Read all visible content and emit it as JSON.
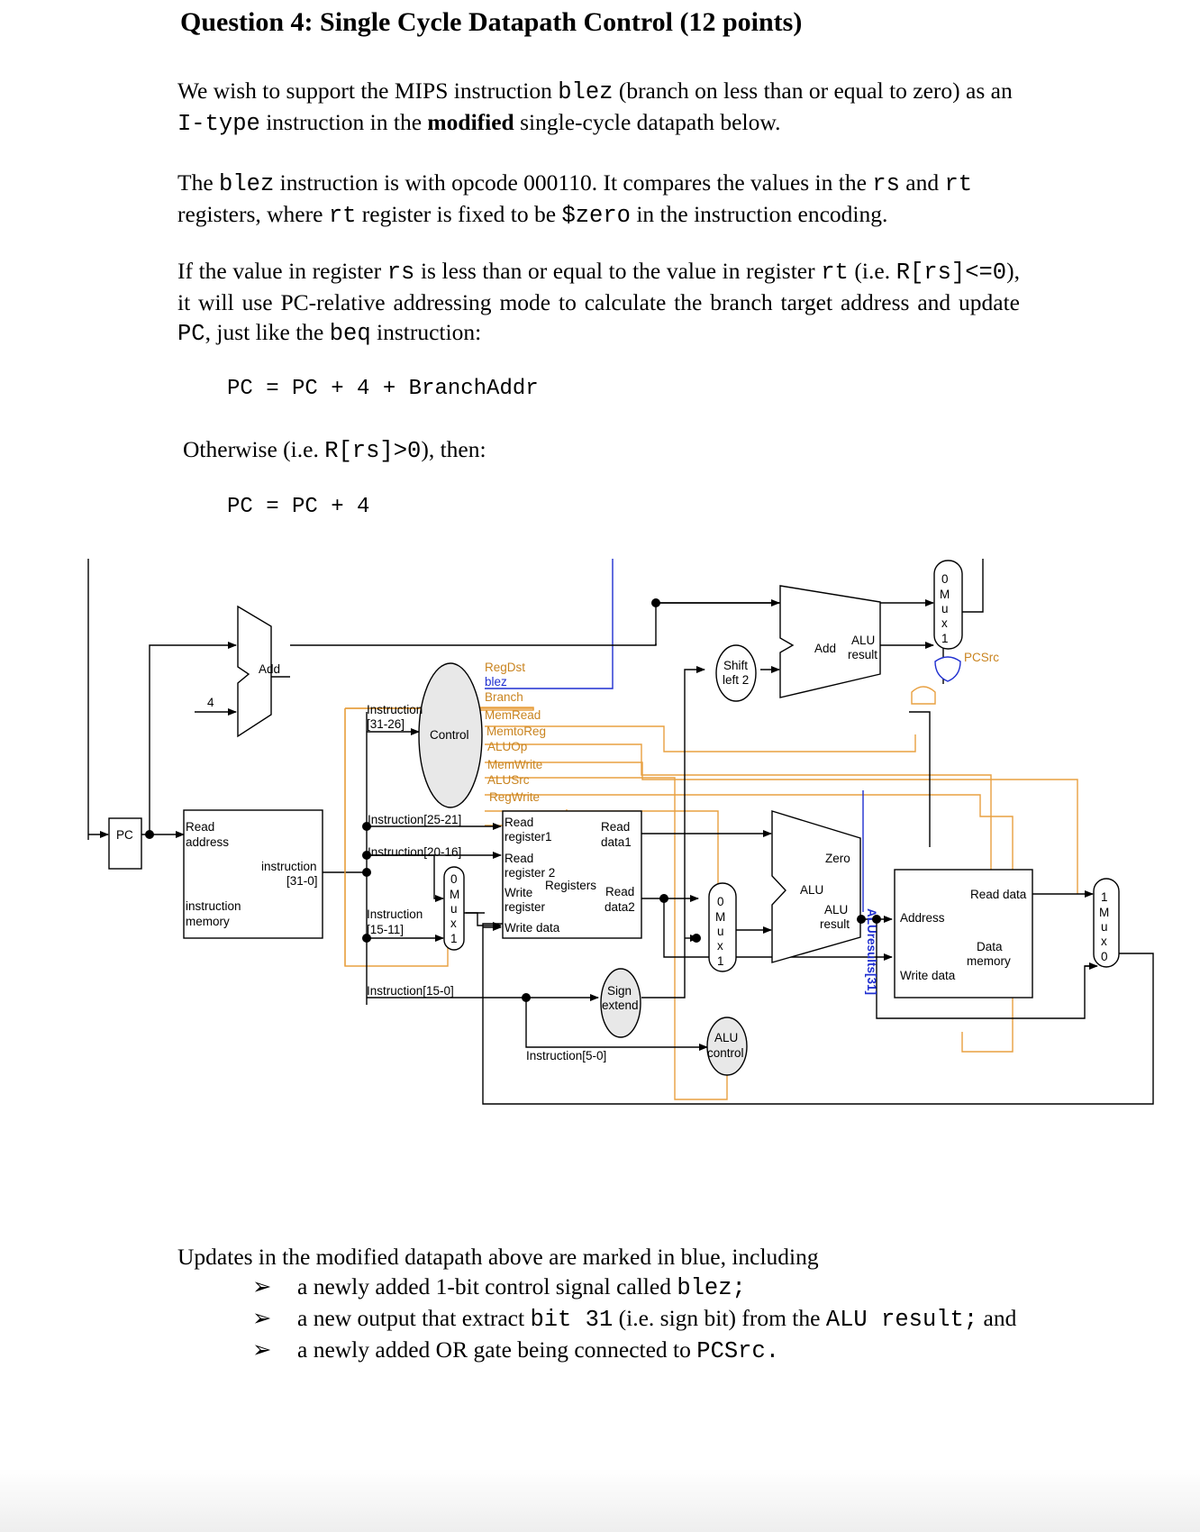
{
  "title": "Question 4: Single Cycle Datapath Control (12 points)",
  "p1": {
    "t1": "We wish to support the MIPS instruction ",
    "c1": "blez",
    "t2": " (branch on less than or equal to zero) as an ",
    "c2": "I-type",
    "t3": " instruction in the ",
    "b1": "modified",
    "t4": " single-cycle datapath below."
  },
  "p2": {
    "t1": "The ",
    "c1": "blez",
    "t2": " instruction is with opcode 000110. It compares the values in the ",
    "c2": "rs",
    "t3": " and ",
    "c3": "rt",
    "t4": " registers, where ",
    "c4": "rt",
    "t5": " register is fixed to be ",
    "c5": "$zero",
    "t6": " in the instruction encoding."
  },
  "p3": {
    "t1": "If the value in register ",
    "c1": "rs",
    "t2": " is less than or equal to the value in register ",
    "c2": "rt",
    "t3": " (i.e. ",
    "c3": "R[rs]<=0",
    "t4": "), it will use PC-relative addressing mode to calculate the branch target address and update ",
    "c4": "PC",
    "t5": ", just like the ",
    "c5": "beq",
    "t6": " instruction:"
  },
  "eq1": "PC = PC + 4 + BranchAddr",
  "p4": {
    "t1": "Otherwise (i.e. ",
    "c1": "R[rs]>0",
    "t2": "), then:"
  },
  "eq2": "PC = PC + 4",
  "diagram": {
    "pc": "PC",
    "four": "4",
    "add_top": "Add",
    "im_read": "Read",
    "im_address": "address",
    "im_instruction": "instruction",
    "im_bits": "[31-0]",
    "im_name1": "instruction",
    "im_name2": "memory",
    "instr_31_26a": "Instruction",
    "instr_31_26b": "[31-26]",
    "control": "Control",
    "sig_regdst": "RegDst",
    "sig_blez": "blez",
    "sig_branch": "Branch",
    "sig_memread": "MemRead",
    "sig_memtoreg": "MemtoReg",
    "sig_aluop": "ALUOp",
    "sig_memwrite": "MemWrite",
    "sig_alusrc": "ALUSrc",
    "sig_regwrite": "RegWrite",
    "instr_25_21": "Instruction[25-21]",
    "instr_20_16": "Instruction[20-16]",
    "instr_15_11a": "Instruction",
    "instr_15_11b": "[15-11]",
    "instr_15_0": "Instruction[15-0]",
    "instr_5_0": "Instruction[5-0]",
    "rf_rr1a": "Read",
    "rf_rr1b": "register1",
    "rf_rr2a": "Read",
    "rf_rr2b": "register 2",
    "rf_wra": "Write",
    "rf_wrb": "register",
    "rf_wd": "Write data",
    "rf_name": "Registers",
    "rf_rd1a": "Read",
    "rf_rd1b": "data1",
    "rf_rd2a": "Read",
    "rf_rd2b": "data2",
    "sign1": "Sign",
    "sign2": "extend",
    "shift1": "Shift",
    "shift2": "left 2",
    "add_branch": "Add",
    "alu_result1": "ALU",
    "alu_result2": "result",
    "alu_main": "ALU",
    "zero": "Zero",
    "alu_main_res1": "ALU",
    "alu_main_res2": "result",
    "alu_control1": "ALU",
    "alu_control2": "control",
    "aluresults31": "ALUresults[31]",
    "pcsrc": "PCSrc",
    "dm_address": "Address",
    "dm_readdata": "Read data",
    "dm_writedata": "Write data",
    "dm_name1": "Data",
    "dm_name2": "memory",
    "mux_pc": [
      "0",
      "M",
      "u",
      "x",
      "1"
    ],
    "mux_reg": [
      "0",
      "M",
      "u",
      "x",
      "1"
    ],
    "mux_alu": [
      "0",
      "M",
      "u",
      "x",
      "1"
    ],
    "mux_wb": [
      "1",
      "M",
      "u",
      "x",
      "0"
    ]
  },
  "updates": {
    "intro": "Updates in the modified datapath above are marked in blue, including",
    "bullet_symbol": "➢",
    "b1_t1": "a newly added 1-bit control signal called ",
    "b1_c1": "blez;",
    "b2_t1": "a new output that extract ",
    "b2_c1": "bit 31",
    "b2_t2": " (i.e. sign bit) from the ",
    "b2_c2": "ALU result;",
    "b2_t3": " and",
    "b3_t1": "a newly added OR gate being connected to ",
    "b3_c1": "PCSrc."
  },
  "colors": {
    "control_lines": "#e8a040",
    "blue_update": "#1f2fd0",
    "ellipse_fill": "#e8e8e8"
  }
}
